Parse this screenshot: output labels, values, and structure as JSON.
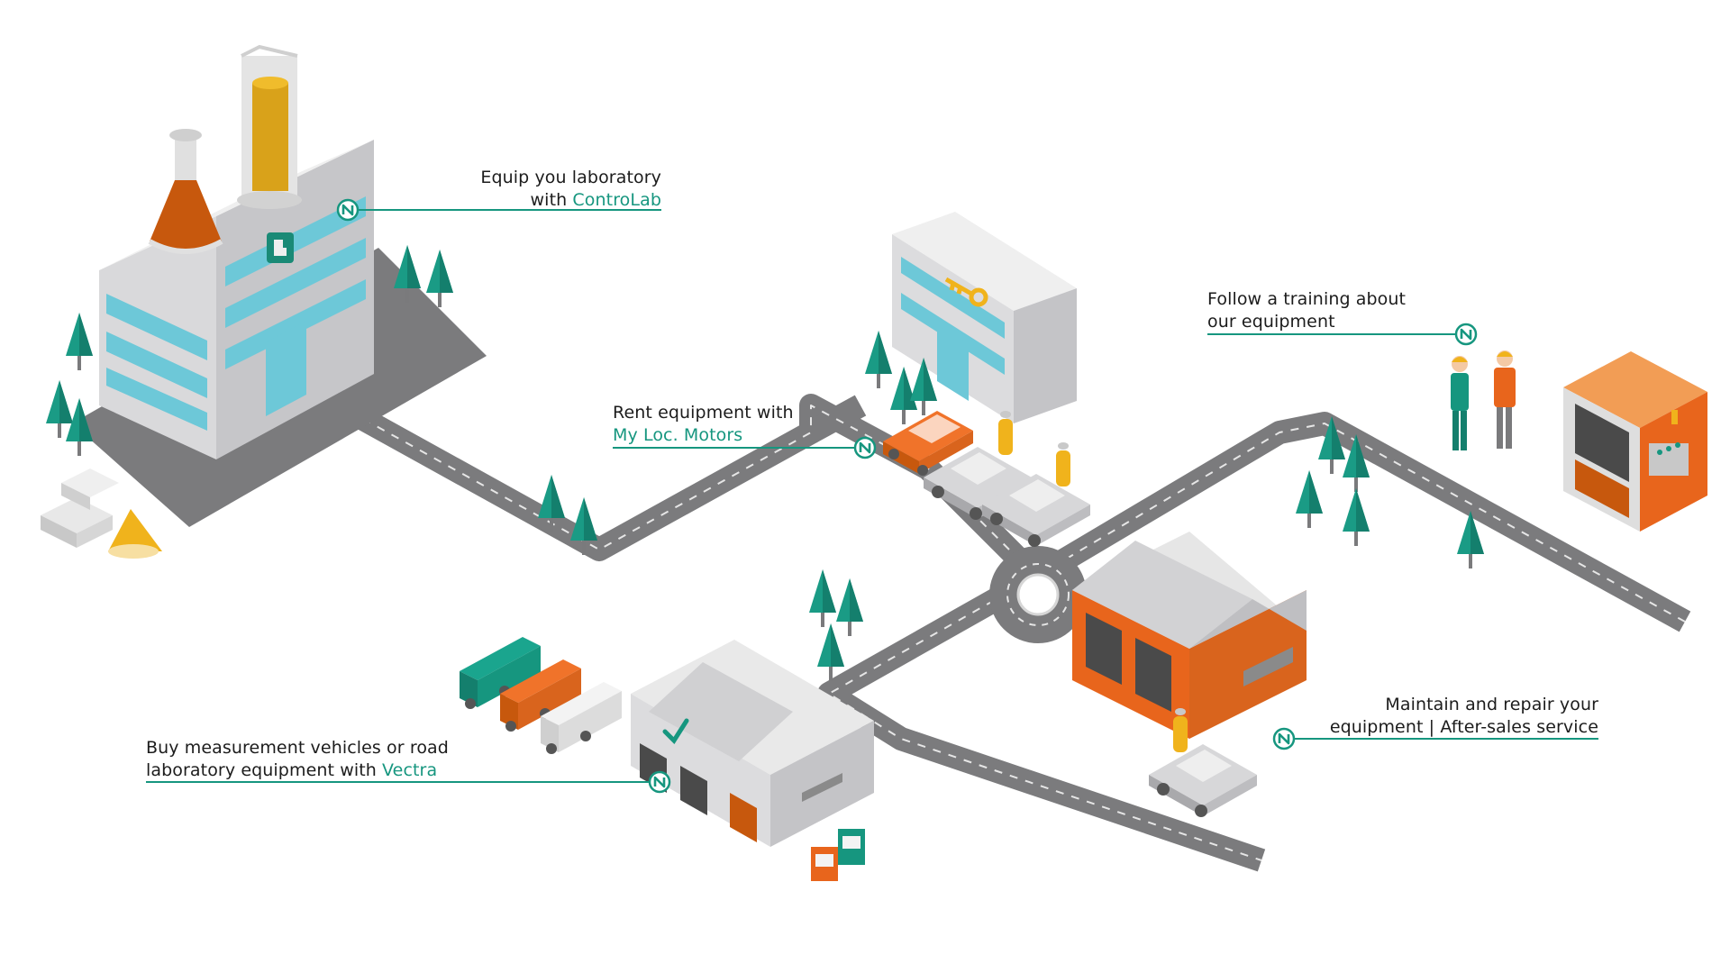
{
  "colors": {
    "teal": "#16967f",
    "orange": "#e8651c",
    "yellow": "#f0b31c",
    "road": "#7a7a7c",
    "light_gray": "#e6e6e6",
    "window_blue": "#6dc8d8",
    "tree": "#1a9b85"
  },
  "callouts": {
    "controlab": {
      "line1": "Equip you laboratory",
      "line2_prefix": "with ",
      "brand": "ControLab"
    },
    "myloc": {
      "line1": "Rent equipment with",
      "brand": "My Loc. Motors"
    },
    "training": {
      "line1": "Follow a training about",
      "line2": "our equipment"
    },
    "vectra": {
      "line1": "Buy measurement vehicles or road",
      "line2_prefix": "laboratory equipment with ",
      "brand": "Vectra"
    },
    "service": {
      "line1": "Maintain and repair your",
      "line2": "equipment | After-sales service"
    }
  },
  "icons": {
    "marker": "n-logo-marker-icon",
    "lab_logo": "controlab-logo-icon",
    "key": "key-icon",
    "check": "checkmark-icon"
  }
}
